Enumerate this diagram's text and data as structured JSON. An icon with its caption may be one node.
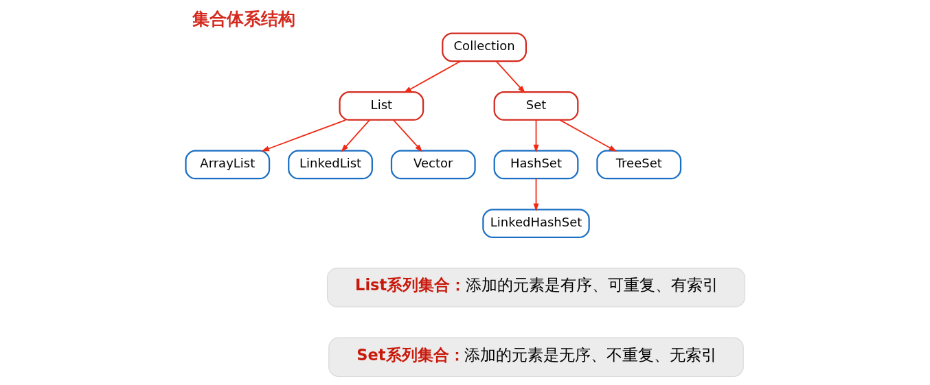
{
  "diagram": {
    "title": "集合体系结构",
    "nodes": [
      {
        "text": [
          "Collection"
        ]
      },
      {
        "text": [
          "List"
        ]
      },
      {
        "text": [
          "Set"
        ]
      },
      {
        "text": [
          "ArrayList"
        ]
      },
      {
        "text": [
          "LinkedList"
        ]
      },
      {
        "text": [
          "Vector"
        ]
      },
      {
        "text": [
          "HashSet"
        ]
      },
      {
        "text": [
          "TreeSet"
        ]
      },
      {
        "text": [
          "LinkedHashSet"
        ]
      },
      {
        "text": [
          "List系列集合：",
          "添加的元素是有序、可重复、有索引"
        ]
      },
      {
        "text": [
          "Set系列集合：",
          "添加的元素是无序、不重复、无索引"
        ]
      }
    ],
    "edges": [
      {
        "from": 0,
        "to": 1,
        "arrow": "to"
      },
      {
        "from": 0,
        "to": 2,
        "arrow": "to"
      },
      {
        "from": 1,
        "to": 3,
        "arrow": "to"
      },
      {
        "from": 1,
        "to": 4,
        "arrow": "to"
      },
      {
        "from": 1,
        "to": 5,
        "arrow": "to"
      },
      {
        "from": 2,
        "to": 6,
        "arrow": "to"
      },
      {
        "from": 2,
        "to": 7,
        "arrow": "to"
      },
      {
        "from": 6,
        "to": 8,
        "arrow": "to"
      }
    ]
  }
}
